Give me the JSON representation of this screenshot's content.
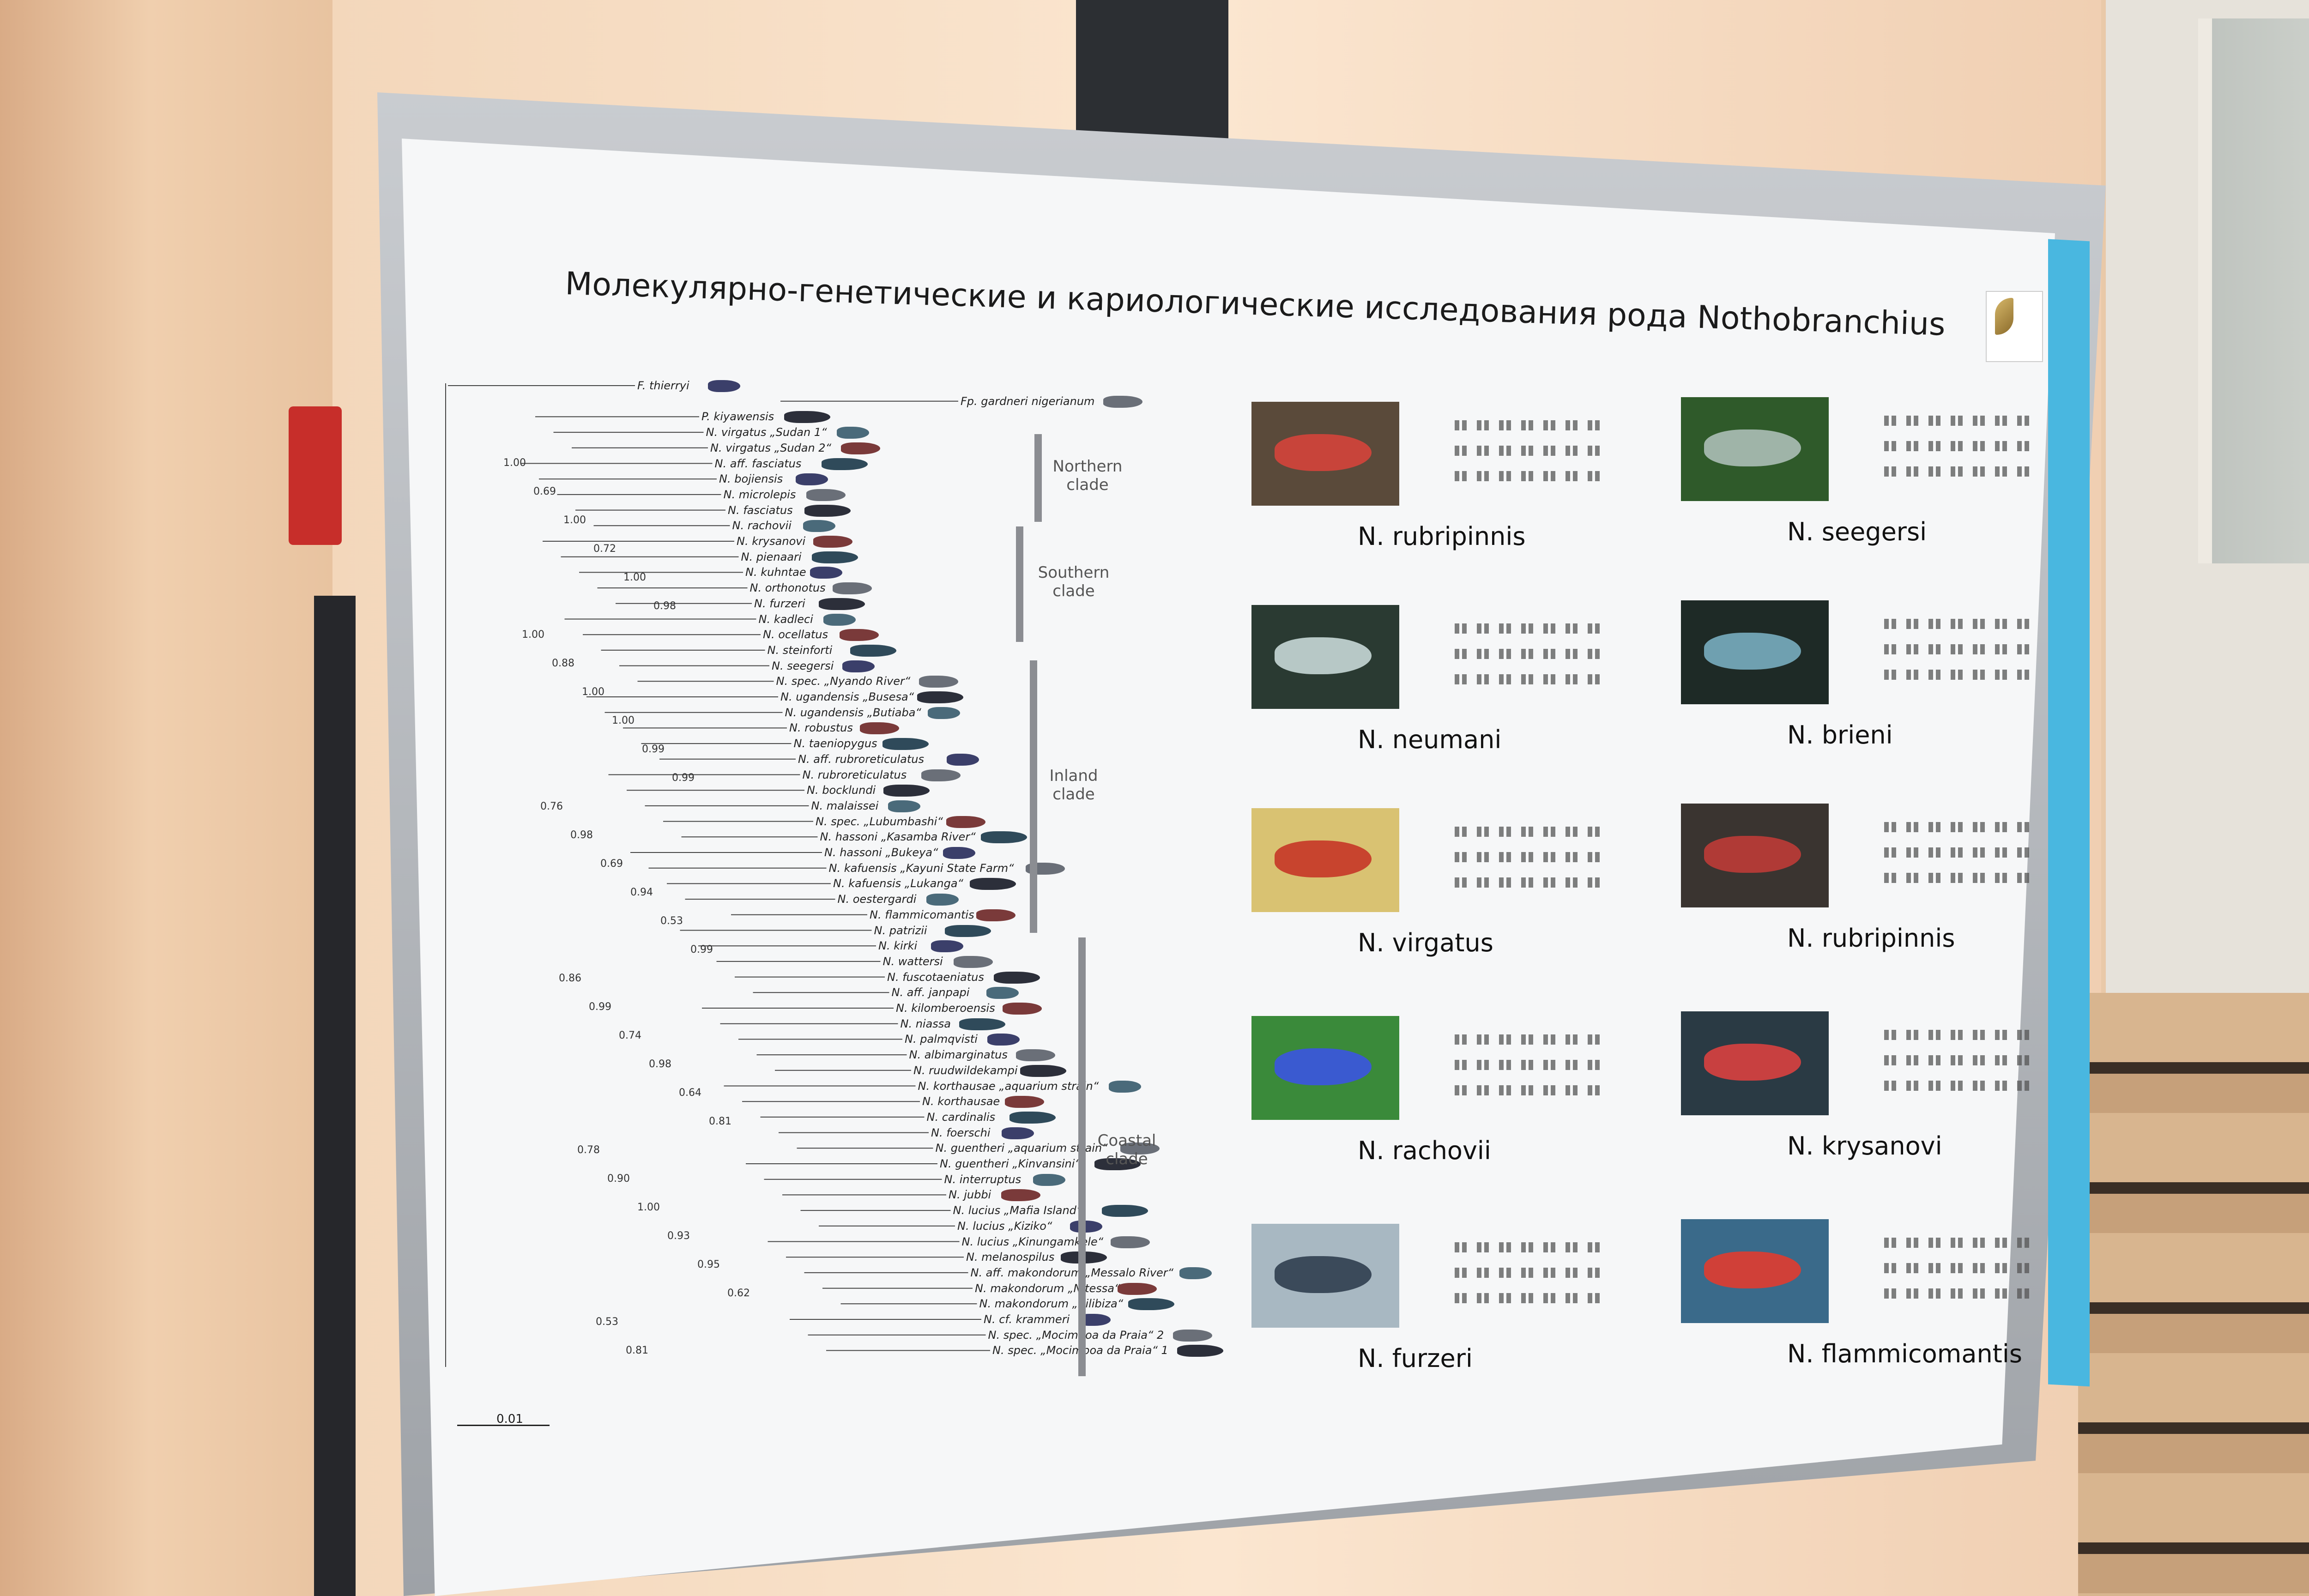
{
  "poster": {
    "title": "Молекулярно-генетические и кариологические исследования рода  Nothobranchius",
    "scale_label": "0.01",
    "clades": [
      {
        "line1": "Northern",
        "line2": "clade"
      },
      {
        "line1": "Southern",
        "line2": "clade"
      },
      {
        "line1": "Inland",
        "line2": "clade"
      },
      {
        "line1": "Coastal",
        "line2": "clade"
      }
    ],
    "tree_labels": [
      "F. thierryi",
      "Fp. gardneri nigerianum",
      "P. kiyawensis",
      "N. virgatus „Sudan 1“",
      "N. virgatus „Sudan 2“",
      "N. aff. fasciatus",
      "N. bojiensis",
      "N. microlepis",
      "N. fasciatus",
      "N. rachovii",
      "N. krysanovi",
      "N. pienaari",
      "N. kuhntae",
      "N. orthonotus",
      "N. furzeri",
      "N. kadleci",
      "N. ocellatus",
      "N. steinforti",
      "N. seegersi",
      "N. spec. „Nyando River“",
      "N. ugandensis „Busesa“",
      "N. ugandensis „Butiaba“",
      "N. robustus",
      "N. taeniopygus",
      "N. aff. rubroreticulatus",
      "N. rubroreticulatus",
      "N. bocklundi",
      "N. malaissei",
      "N. spec. „Lubumbashi“",
      "N. hassoni „Kasamba River“",
      "N. hassoni „Bukeya“",
      "N. kafuensis „Kayuni State Farm“",
      "N. kafuensis „Lukanga“",
      "N. oestergardi",
      "N. flammicomantis",
      "N. patrizii",
      "N. kirki",
      "N. wattersi",
      "N. fuscotaeniatus",
      "N. aff. janpapi",
      "N. kilomberoensis",
      "N. niassa",
      "N. palmqvisti",
      "N. albimarginatus",
      "N. ruudwildekampi",
      "N. korthausae „aquarium strain“",
      "N. korthausae",
      "N. cardinalis",
      "N. foerschi",
      "N. guentheri „aquarium strain“",
      "N. guentheri „Kinvansini“",
      "N. interruptus",
      "N. jubbi",
      "N. lucius „Mafia Island“",
      "N. lucius „Kiziko“",
      "N. lucius „Kinungamkele“",
      "N. melanospilus",
      "N. aff. makondorum „Messalo River“",
      "N. makondorum „N'tessa“",
      "N. makondorum „Bilibiza“",
      "N. cf. krammeri",
      "N. spec. „Mocimboa da Praia“ 2",
      "N. spec. „Mocimboa da Praia“ 1"
    ],
    "support_values": [
      "1.00",
      "0.69",
      "1.00",
      "0.72",
      "1.00",
      "0.98",
      "1.00",
      "0.88",
      "1.00",
      "1.00",
      "0.99",
      "0.99",
      "0.76",
      "0.98",
      "0.69",
      "0.94",
      "0.53",
      "0.99",
      "0.86",
      "0.99",
      "0.74",
      "0.98",
      "0.64",
      "0.81",
      "0.78",
      "0.90",
      "1.00",
      "0.93",
      "0.95",
      "0.62",
      "0.53",
      "0.81"
    ],
    "species_panels": [
      {
        "name": "N. rubripinnis",
        "photo_color": "#5a4a3a",
        "fish_color": "#c8443a"
      },
      {
        "name": "N. seegersi",
        "photo_color": "#2f5a2a",
        "fish_color": "#9fb4a8"
      },
      {
        "name": "N. neumani",
        "photo_color": "#2a3a32",
        "fish_color": "#b7c8c6"
      },
      {
        "name": "N. brieni",
        "photo_color": "#1e2a26",
        "fish_color": "#6fa0b0"
      },
      {
        "name": "N. virgatus",
        "photo_color": "#d9c272",
        "fish_color": "#c8442e"
      },
      {
        "name": "N. rubripinnis",
        "photo_color": "#3a3430",
        "fish_color": "#b03a36"
      },
      {
        "name": "N. rachovii",
        "photo_color": "#3a8a3a",
        "fish_color": "#3a5ad0"
      },
      {
        "name": "N. krysanovi",
        "photo_color": "#2a3a44",
        "fish_color": "#c84040"
      },
      {
        "name": "N. furzeri",
        "photo_color": "#a8b8c2",
        "fish_color": "#3b4a5a"
      },
      {
        "name": "N. flammicomantis",
        "photo_color": "#3a6a8a",
        "fish_color": "#d04038"
      }
    ]
  }
}
